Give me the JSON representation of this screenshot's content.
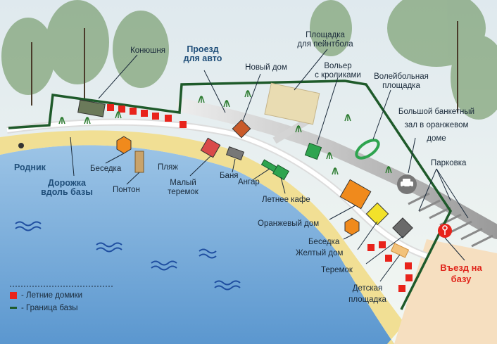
{
  "map": {
    "labels": {
      "stable": "Конюшня",
      "car_road": "Проезд\nдля авто",
      "new_house": "Новый дом",
      "paintball": "Площадка\nдля пейнтбола",
      "rabbits": "Вольер\nс кроликами",
      "volleyball": "Волейбольная\nплощадка",
      "banquet": "Большой банкетный\nзал в оранжевом\nдоме",
      "parking": "Парковка",
      "spring": "Родник",
      "path": "Дорожка\nвдоль базы",
      "gazebo1": "Беседка",
      "beach": "Пляж",
      "pontoon": "Понтон",
      "small_terem": "Малый\nтеремок",
      "bath": "Баня",
      "hangar": "Ангар",
      "summer_cafe": "Летнее кафе",
      "orange_house": "Оранжевый дом",
      "gazebo2": "Беседка",
      "yellow_house": "Желтый дом",
      "terem": "Теремок",
      "playground": "Детская\nплощадка",
      "entrance": "Въезд на\nбазу"
    },
    "legend": {
      "summer_houses": "-  Летние домики",
      "border": "-  Граница базы"
    },
    "colors": {
      "water": "#6fa8dc",
      "sand": "#f3e29a",
      "land": "#f2f5ec",
      "road": "#c8c8c8",
      "border": "#1e5a2a",
      "summer_house": "#e8231b",
      "orange_house": "#f08a1c",
      "yellow_house": "#f2e12a",
      "green_building": "#2ea44f"
    },
    "icons": [
      "car-icon",
      "entrance-key-icon",
      "wave-icon",
      "grass-tuft-icon",
      "tree-icon"
    ]
  }
}
